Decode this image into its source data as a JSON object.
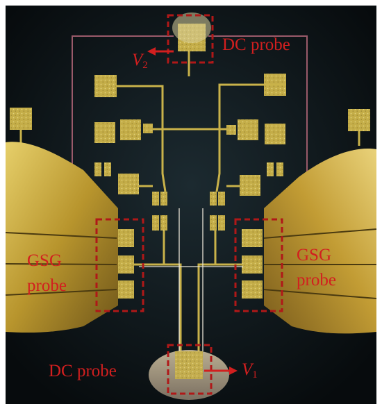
{
  "annotations": {
    "dc_probe_top": "DC probe",
    "dc_probe_bottom": "DC probe",
    "gsg_left_line1": "GSG",
    "gsg_left_line2": "probe",
    "gsg_right_line1": "GSG",
    "gsg_right_line2": "probe",
    "v2": {
      "symbol": "V",
      "subscript": "2"
    },
    "v1": {
      "symbol": "V",
      "subscript": "1"
    }
  },
  "colors": {
    "annotation": "#d21f1f",
    "background": "#0d1418",
    "gold_pad": "#c9b24a",
    "probe_gold": "#b9962e",
    "border": "#9a5a6a"
  },
  "icons": [
    "arrow-left-icon",
    "arrow-right-icon",
    "dashed-box-icon"
  ]
}
